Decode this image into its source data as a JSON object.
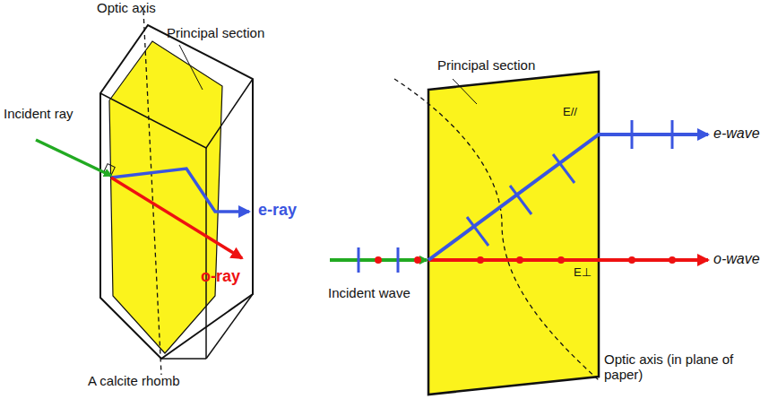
{
  "diagram": {
    "labels": [
      "Optic axis",
      "Principal section",
      "Incident ray",
      "e-ray",
      "o-ray",
      "A calcite rhomb",
      "Principal section",
      "E//",
      "e-wave",
      "o-wave",
      "Incident wave",
      "E⊥",
      "Optic axis (in plane of paper)"
    ]
  }
}
